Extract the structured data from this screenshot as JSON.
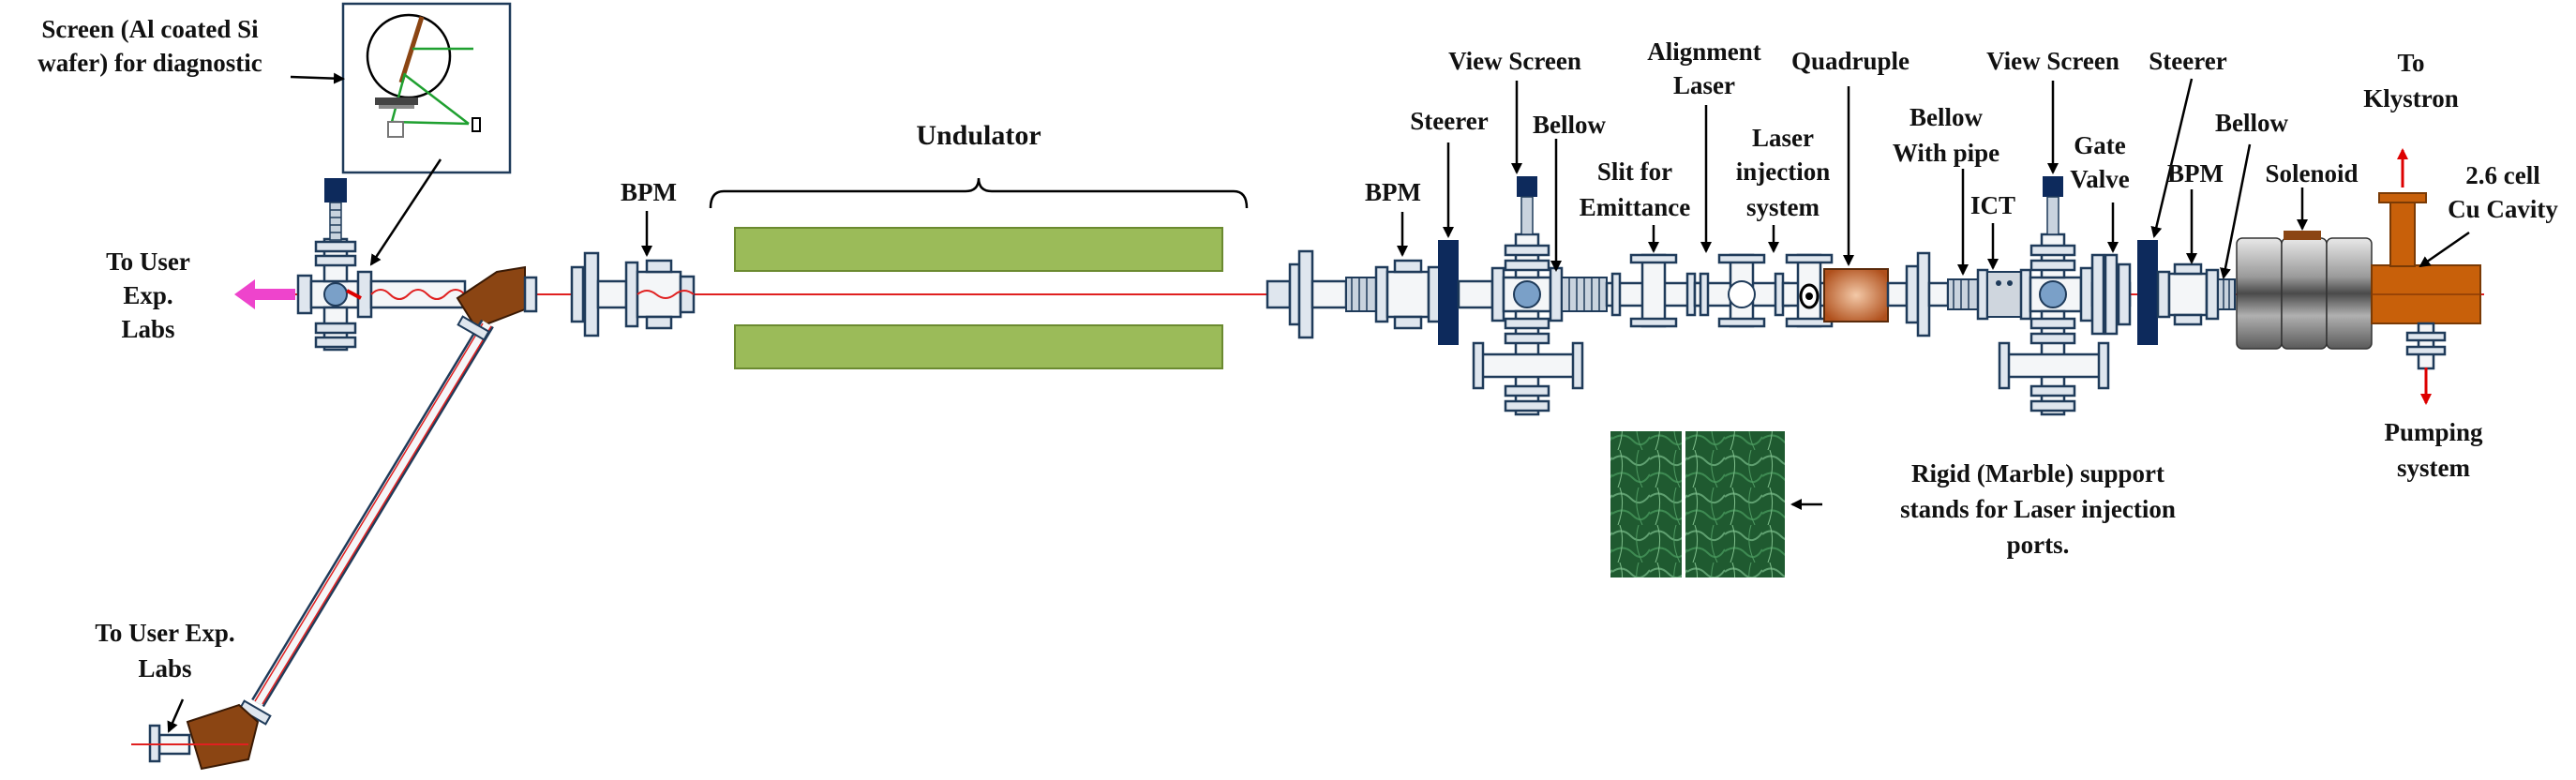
{
  "labels": {
    "screen_line1": "Screen (Al coated Si",
    "screen_line2": "wafer) for diagnostic",
    "to_user_line1": "To User",
    "to_user_line2": "Exp.",
    "to_user_line3": "Labs",
    "to_user2_line1": "To User Exp.",
    "to_user2_line2": "Labs",
    "bpm_left": "BPM",
    "undulator": "Undulator",
    "bpm_mid": "BPM",
    "steerer_mid": "Steerer",
    "view_screen_1": "View Screen",
    "bellow_1": "Bellow",
    "slit_line1": "Slit for",
    "slit_line2": "Emittance",
    "alignment_line1": "Alignment",
    "alignment_line2": "Laser",
    "laser_inj_line1": "Laser",
    "laser_inj_line2": "injection",
    "laser_inj_line3": "system",
    "quadruple": "Quadruple",
    "bellow_pipe_line1": "Bellow",
    "bellow_pipe_line2": "With pipe",
    "view_screen_2": "View Screen",
    "ict": "ICT",
    "gate_valve_line1": "Gate",
    "gate_valve_line2": "Valve",
    "steerer_right": "Steerer",
    "bpm_right": "BPM",
    "bellow_right": "Bellow",
    "solenoid": "Solenoid",
    "to_klystron_line1": "To",
    "to_klystron_line2": "Klystron",
    "cavity_line1": "2.6 cell",
    "cavity_line2": "Cu Cavity",
    "pumping_line1": "Pumping",
    "pumping_line2": "system",
    "marble_line1": "Rigid (Marble) support",
    "marble_line2": "stands for Laser injection",
    "marble_line3": "ports."
  },
  "colors": {
    "beam": "#e02020",
    "undulator": "#9bbb59",
    "undulator_stroke": "#6b8a30",
    "steerer": "#0d2a5c",
    "quadrupole": "#c0622b",
    "dipole": "#8b4513",
    "cavity": "#c8600a",
    "arrow_magenta": "#ee44cc",
    "marble": "#2a6a3a"
  }
}
